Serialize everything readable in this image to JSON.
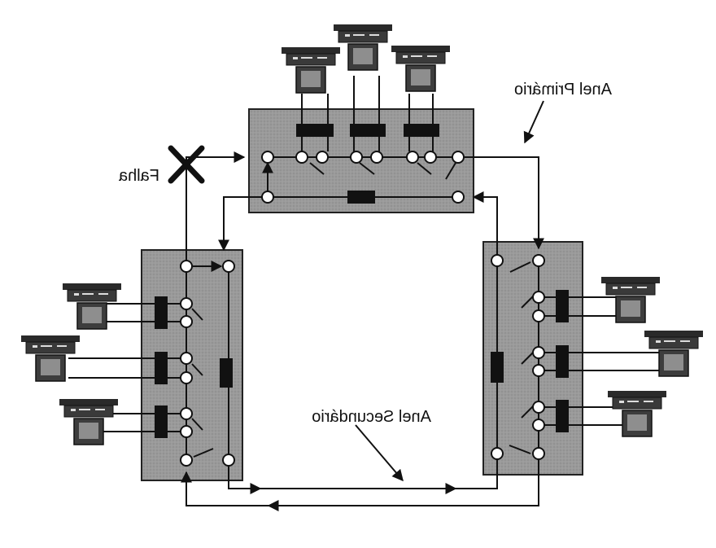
{
  "labels": {
    "fault": "Falha",
    "primary_ring": "Anel Primário",
    "secondary_ring": "Anel Secundário"
  },
  "colors": {
    "box_fill": "#9a9a9a",
    "line": "#111111",
    "background": "#ffffff"
  },
  "icons": {
    "fault_marker": "x-mark-icon",
    "station": "computer-workstation-icon"
  },
  "note": "The source image is mirrored horizontally; labels are reproduced mirrored as drawn."
}
